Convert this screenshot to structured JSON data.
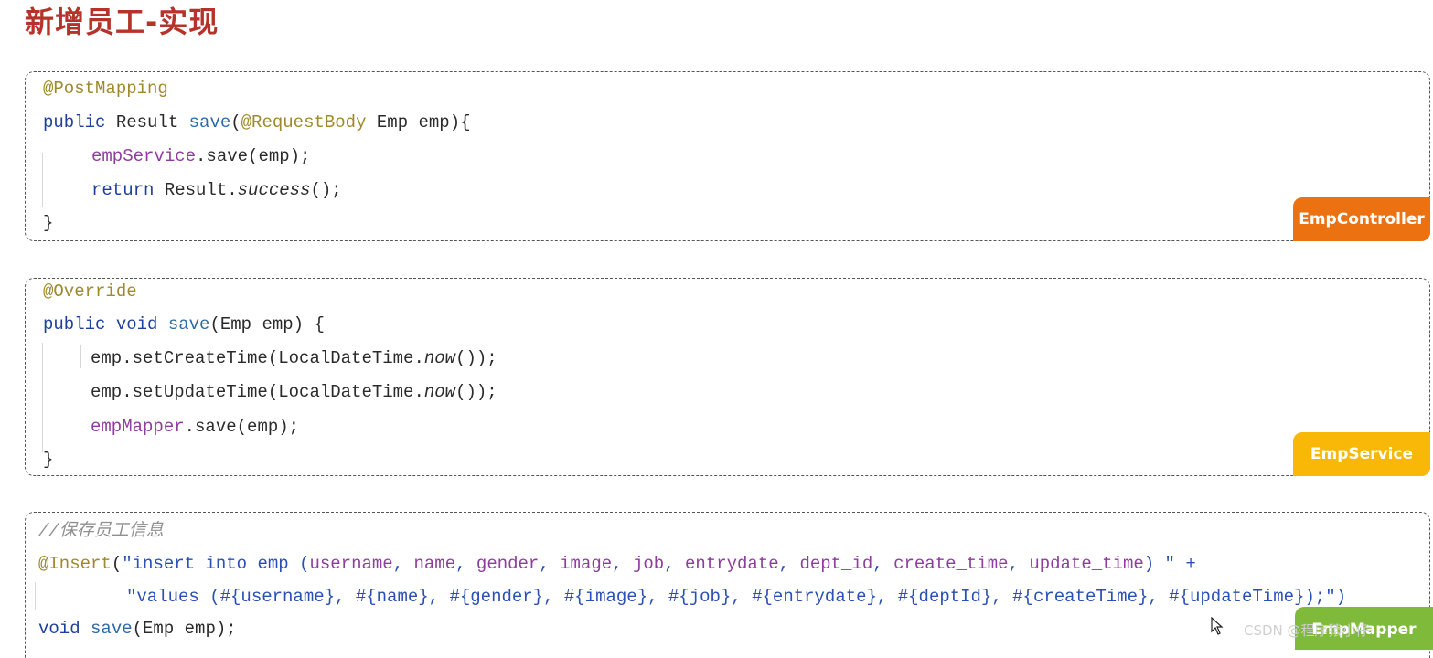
{
  "title": "新增员工-实现",
  "box_controller": {
    "label": "EmpController",
    "lines": {
      "l1": [
        "@PostMapping"
      ],
      "l2": [
        "public",
        " Result ",
        "save",
        "(",
        "@RequestBody",
        " Emp emp){"
      ],
      "l3": [
        "empService",
        ".save(emp);"
      ],
      "l4": [
        "return",
        " Result.",
        "success",
        "();"
      ],
      "l5": [
        "}"
      ]
    }
  },
  "box_service": {
    "label": "EmpService",
    "lines": {
      "l1": [
        "@Override"
      ],
      "l2": [
        "public",
        " ",
        "void",
        " ",
        "save",
        "(Emp emp) {"
      ],
      "l3": [
        "emp.setCreateTime(LocalDateTime.",
        "now",
        "());"
      ],
      "l4": [
        "emp.setUpdateTime(LocalDateTime.",
        "now",
        "());"
      ],
      "l5": [
        "empMapper",
        ".save(emp);"
      ],
      "l6": [
        "}"
      ]
    }
  },
  "box_mapper": {
    "label": "EmpMapper",
    "lines": {
      "l1": [
        "//保存员工信息"
      ],
      "l2": [
        "@Insert",
        "(",
        "\"insert into emp (",
        "username",
        ", ",
        "name",
        ", ",
        "gender",
        ", ",
        "image",
        ", ",
        "job",
        ", ",
        "entrydate",
        ", ",
        "dept_id",
        ", ",
        "create_time",
        ", ",
        "update_time",
        ") \" +"
      ],
      "l3": [
        "\"values (#{username}, #{name}, #{gender}, #{image}, #{job}, #{entrydate}, #{deptId}, #{createTime}, #{updateTime});\")"
      ],
      "l4": [
        "void",
        " ",
        "save",
        "(Emp emp);"
      ]
    }
  },
  "watermark": "CSDN @程序猿小仔",
  "colors": {
    "title": "#b5332a",
    "controller_tag": "#ec7211",
    "service_tag": "#f9b807",
    "mapper_tag": "#7fba3a"
  }
}
